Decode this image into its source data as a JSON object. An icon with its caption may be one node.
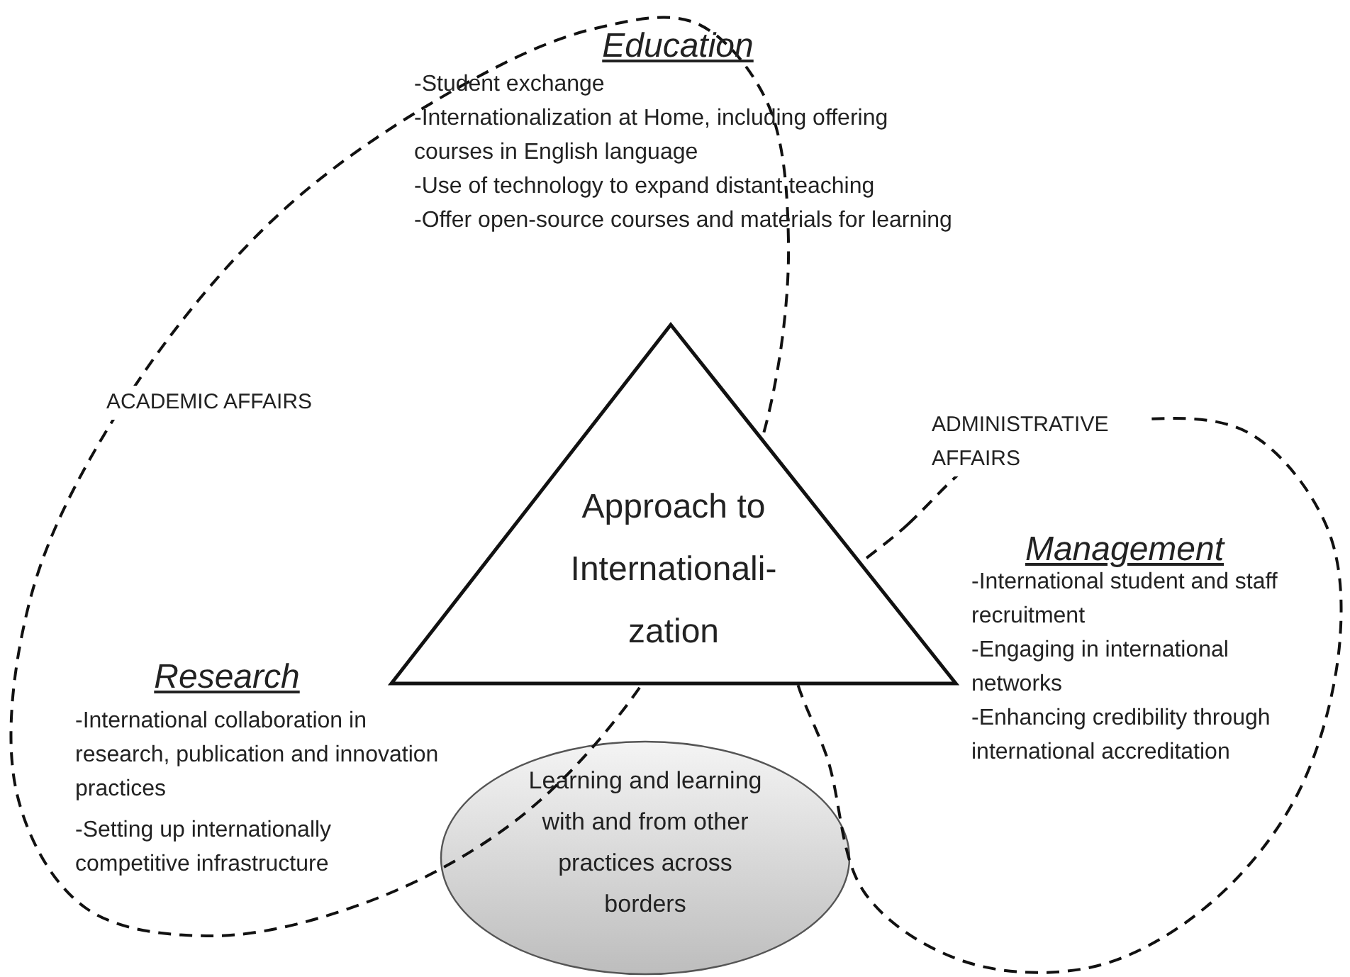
{
  "diagram": {
    "nodes": [
      {
        "text": [
          "ACADEMIC AFFAIRS"
        ]
      },
      {
        "text": [
          "ADMINISTRATIVE AFFAIRS"
        ]
      },
      {
        "text": [
          "Approach to Internationali- zation"
        ]
      },
      {
        "text": [
          "Learning and learning with and from other practices across borders"
        ]
      }
    ],
    "edges": [],
    "labels": [
      "Education",
      "-Student exchange",
      "-Internationalization at Home, including offering courses in English language",
      "-Use of technology to expand distant teaching",
      "-Offer open-source courses and materials for learning",
      "Management",
      "-International student and staff recruitment",
      "-Engaging in international networks",
      "-Enhancing credibility through international accreditation",
      "Research",
      "-International collaboration in research, publication and innovation practices",
      "-Setting up internationally competitive infrastructure"
    ]
  }
}
